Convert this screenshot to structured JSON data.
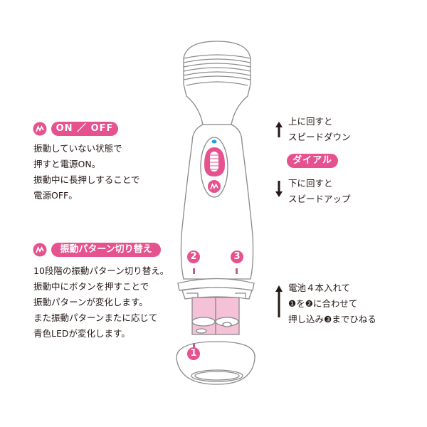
{
  "colors": {
    "accent": "#e6528f",
    "led": "#1da1e6",
    "outline": "#8a8a8a",
    "battery": "#f4c1d6"
  },
  "power": {
    "icon": "vibration-wave-icon",
    "label": "ON ／ OFF",
    "lines": [
      "振動していない状態で",
      "押すと電源ON。",
      "振動中に長押しすることで",
      "電源OFF。"
    ]
  },
  "pattern": {
    "icon": "vibration-wave-icon",
    "label": "振動パターン切り替え",
    "lines": [
      "10段階の振動パターン切り替え。",
      "振動中にボタンを押すことで",
      "振動パターンが変化します。",
      "また振動パターンまたに応じて",
      "青色LEDが変化します。"
    ]
  },
  "dial": {
    "label": "ダイアル",
    "up_lines": [
      "上に回すと",
      "スピードダウン"
    ],
    "down_lines": [
      "下に回すと",
      "スピードアップ"
    ]
  },
  "battery": {
    "lines": [
      "電池４本入れて",
      "❶を❷に合わせて",
      "押し込み❸までひねる"
    ]
  },
  "markers": [
    "1",
    "2",
    "3"
  ]
}
